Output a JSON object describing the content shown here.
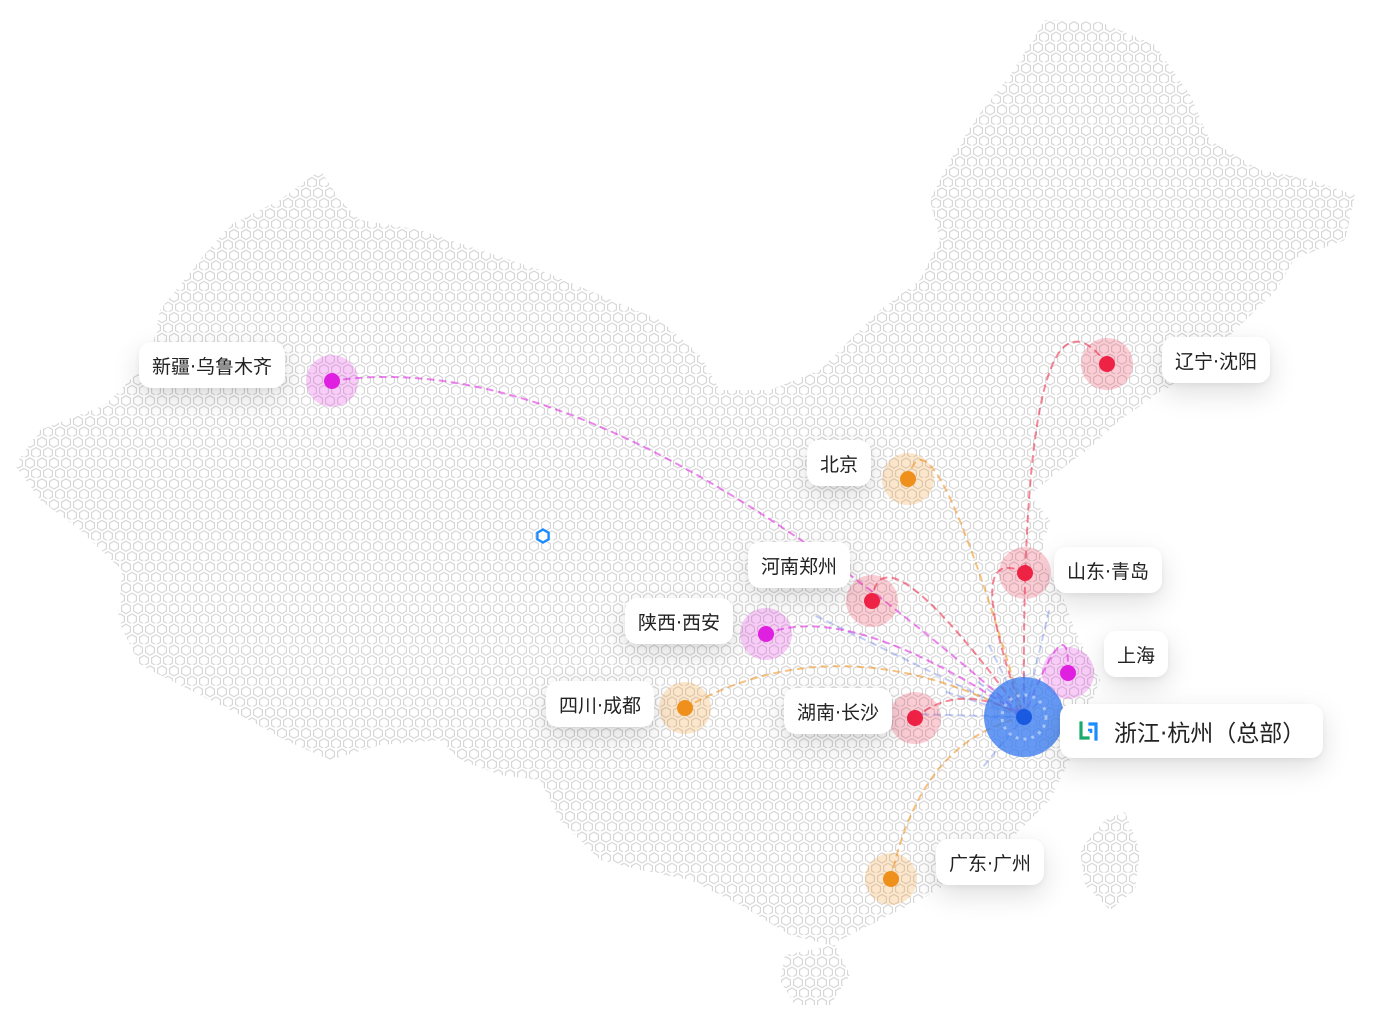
{
  "map": {
    "cities": [
      {
        "id": "xinjiang",
        "label": "新疆·乌鲁木齐",
        "color": "#e020e0"
      },
      {
        "id": "beijing",
        "label": "北京",
        "color": "#f0901c"
      },
      {
        "id": "liaoning",
        "label": "辽宁·沈阳",
        "color": "#ee2244"
      },
      {
        "id": "henan",
        "label": "河南郑州",
        "color": "#ee2244"
      },
      {
        "id": "shandong",
        "label": "山东·青岛",
        "color": "#ee2244"
      },
      {
        "id": "shaanxi",
        "label": "陕西·西安",
        "color": "#e020e0"
      },
      {
        "id": "shanghai",
        "label": "上海",
        "color": "#e020e0"
      },
      {
        "id": "sichuan",
        "label": "四川·成都",
        "color": "#f0901c"
      },
      {
        "id": "hunan",
        "label": "湖南·长沙",
        "color": "#ee2244"
      },
      {
        "id": "guangdong",
        "label": "广东·广州",
        "color": "#f0901c"
      }
    ],
    "hq": {
      "label": "浙江·杭州（总部）",
      "color": "#3a7cf0",
      "logo_icon": "company-logo-icon"
    },
    "colors": {
      "hex_fill": "#dcdcdc",
      "accent": "#1a8cff"
    }
  }
}
